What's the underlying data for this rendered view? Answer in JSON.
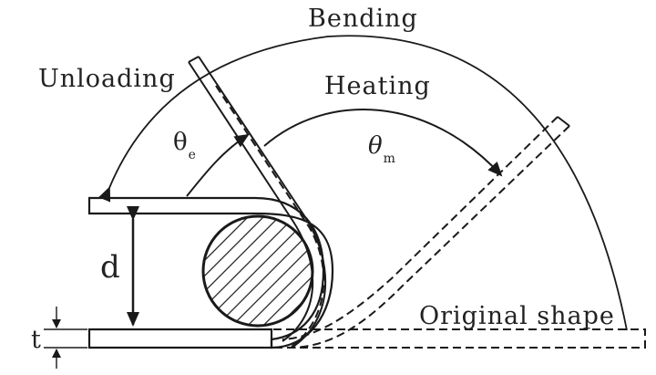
{
  "labels": {
    "bending": "Bending",
    "unloading": "Unloading",
    "heating": "Heating",
    "theta_e": "θ",
    "theta_e_sub": "e",
    "theta_m": "θ",
    "theta_m_sub": "m",
    "d": "d",
    "t": "t",
    "original_shape": "Original shape"
  }
}
